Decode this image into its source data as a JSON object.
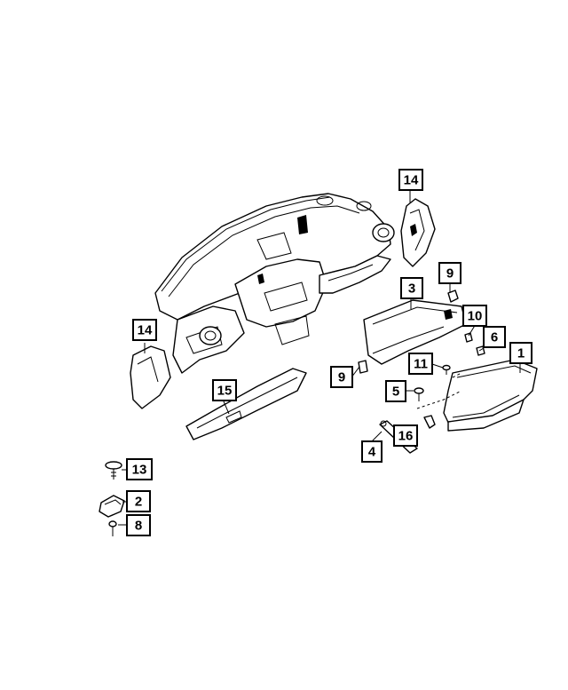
{
  "diagram": {
    "callouts": [
      {
        "id": "c14a",
        "label": "14"
      },
      {
        "id": "c14b",
        "label": "14"
      },
      {
        "id": "c3",
        "label": "3"
      },
      {
        "id": "c9a",
        "label": "9"
      },
      {
        "id": "c9b",
        "label": "9"
      },
      {
        "id": "c10",
        "label": "10"
      },
      {
        "id": "c6",
        "label": "6"
      },
      {
        "id": "c1",
        "label": "1"
      },
      {
        "id": "c11",
        "label": "11"
      },
      {
        "id": "c5",
        "label": "5"
      },
      {
        "id": "c15",
        "label": "15"
      },
      {
        "id": "c16",
        "label": "16"
      },
      {
        "id": "c4",
        "label": "4"
      },
      {
        "id": "c13",
        "label": "13"
      },
      {
        "id": "c2",
        "label": "2"
      },
      {
        "id": "c8",
        "label": "8"
      }
    ],
    "stroke_color": "#000000",
    "background_color": "#ffffff"
  }
}
